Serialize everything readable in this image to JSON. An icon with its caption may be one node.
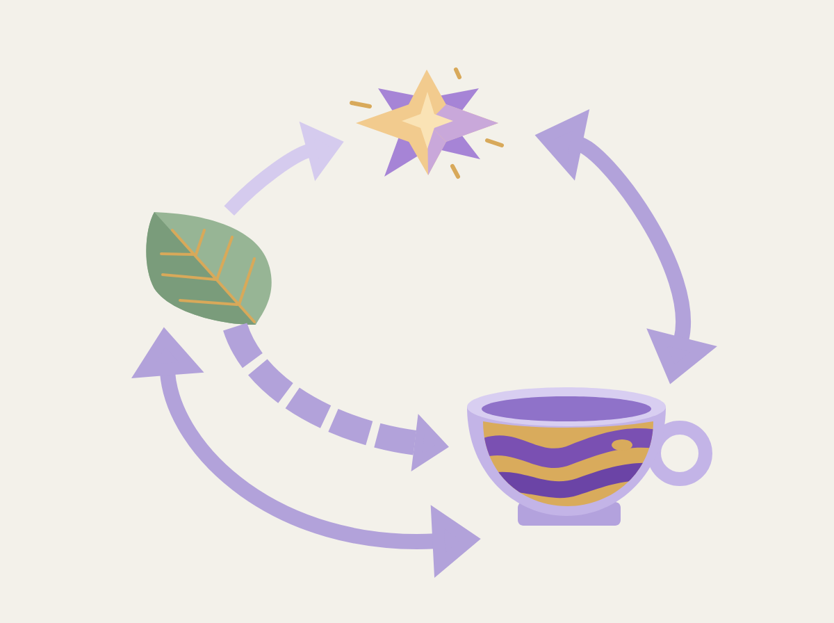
{
  "diagram": {
    "nodes": [
      {
        "text": [],
        "shape": "picture"
      },
      {
        "text": [],
        "shape": "picture"
      },
      {
        "text": [],
        "shape": "picture"
      }
    ],
    "edges": [
      {
        "from": 0,
        "to": 1,
        "arrow": "to",
        "color": "#d5cbee"
      },
      {
        "from": 1,
        "to": 2,
        "arrow": "both"
      },
      {
        "from": 0,
        "to": 2,
        "arrow": "both"
      },
      {
        "from": 0,
        "to": 2,
        "arrow": "to",
        "style": "dashed"
      }
    ]
  }
}
